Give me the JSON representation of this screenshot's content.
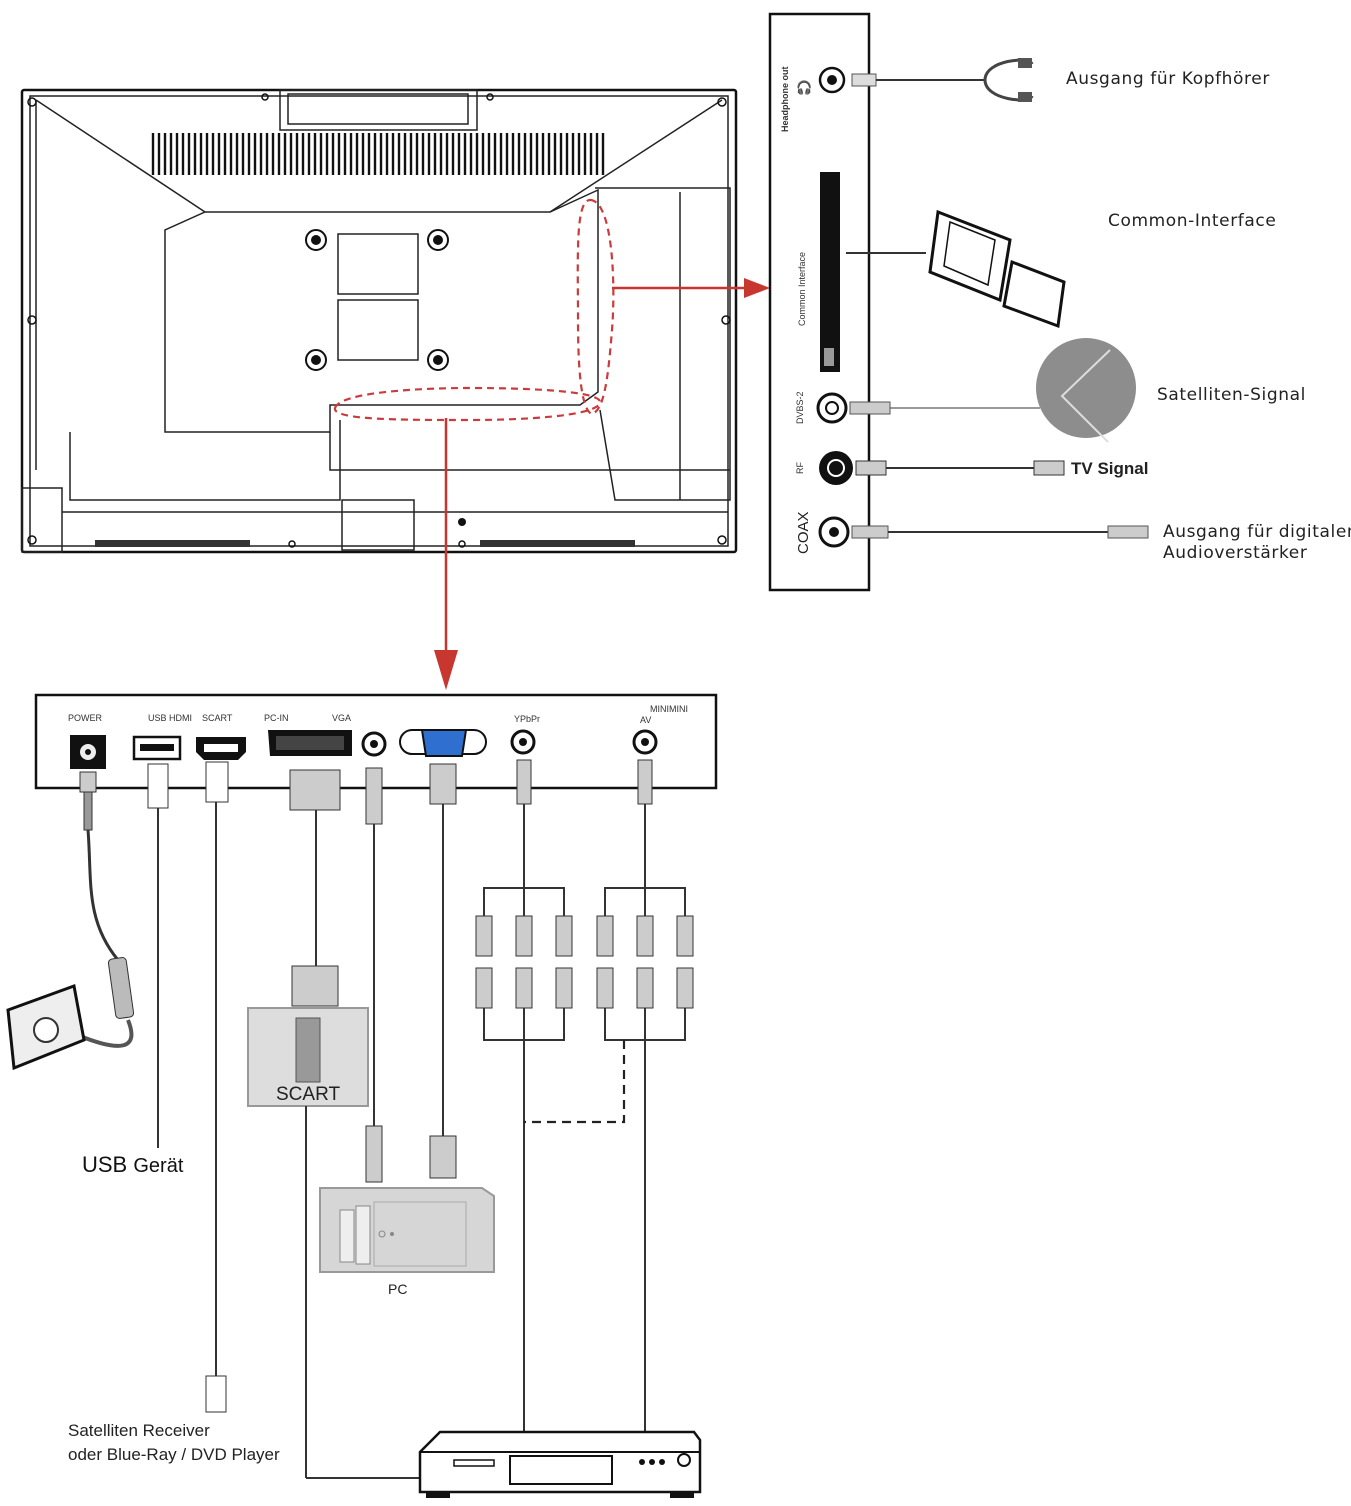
{
  "side_panel": {
    "headphone_out": "Headphone out",
    "common_interface": "Common Interface",
    "dvbs2": "DVBS-2",
    "rf": "RF",
    "coax": "COAX"
  },
  "callouts": {
    "headphone": "Ausgang für Kopfhörer",
    "common_interface": "Common-Interface",
    "satellite": "Satelliten-Signal",
    "tv_signal": "TV Signal",
    "digital_audio_line1": "Ausgang für digitalen",
    "digital_audio_line2": "Audioverstärker"
  },
  "bottom_panel": {
    "power": "POWER",
    "usb_hdmi": "USB HDMI",
    "scart": "SCART",
    "pc_in": "PC-IN",
    "vga": "VGA",
    "ypbpr": "YPbPr",
    "mini_in": "MINIMINI",
    "av": "AV"
  },
  "devices": {
    "usb_device": "USB",
    "usb_device_suffix": "Gerät",
    "scart_box": "SCART",
    "pc": "PC",
    "receiver_line1": "Satelliten Receiver",
    "receiver_line2": "oder Blue-Ray / DVD Player"
  },
  "colors": {
    "arrow_red": "#c8372f",
    "dashed_red": "#cc3b3b",
    "vga_blue": "#2f6fcf"
  }
}
